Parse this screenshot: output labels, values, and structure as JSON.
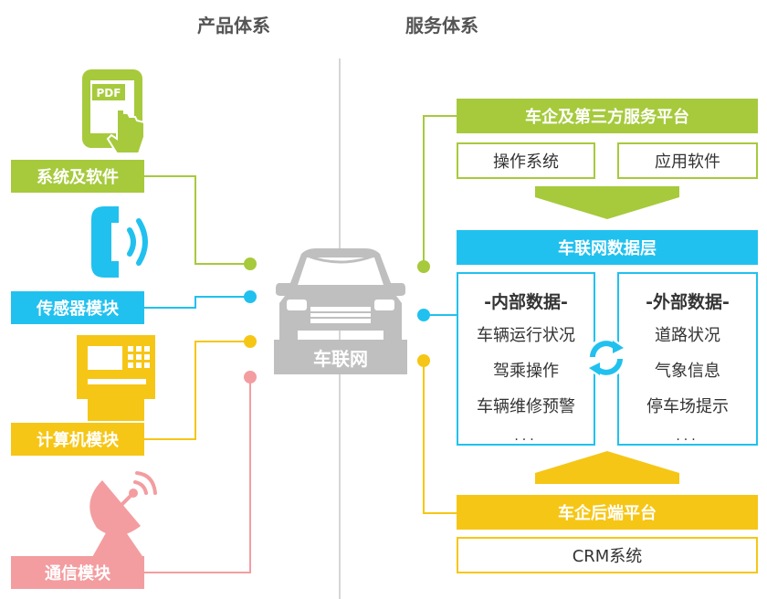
{
  "headings": {
    "product": "产品体系",
    "service": "服务体系"
  },
  "product_modules": [
    {
      "label": "系统及软件",
      "icon": "pdf-tablet-icon",
      "color": "#a6ca3c"
    },
    {
      "label": "传感器模块",
      "icon": "phone-signal-icon",
      "color": "#21c1ef"
    },
    {
      "label": "计算机模块",
      "icon": "atm-terminal-icon",
      "color": "#f6c616"
    },
    {
      "label": "通信模块",
      "icon": "satellite-dish-icon",
      "color": "#f39da0"
    }
  ],
  "center": {
    "label": "车联网",
    "icon": "car-icon",
    "color": "#bfbfbf"
  },
  "platform_top": {
    "title": "车企及第三方服务平台",
    "items": [
      "操作系统",
      "应用软件"
    ],
    "color": "#a6ca3c"
  },
  "data_layer": {
    "title": "车联网数据层",
    "color": "#21c1ef",
    "internal": {
      "title": "-内部数据-",
      "items": [
        "车辆运行状况",
        "驾乘操作",
        "车辆维修预警"
      ],
      "more": "..."
    },
    "external": {
      "title": "-外部数据-",
      "items": [
        "道路状况",
        "气象信息",
        "停车场提示"
      ],
      "more": "..."
    },
    "sync_icon": "sync-icon"
  },
  "platform_bottom": {
    "title": "车企后端平台",
    "items": [
      "CRM系统"
    ],
    "color": "#f6c616"
  }
}
